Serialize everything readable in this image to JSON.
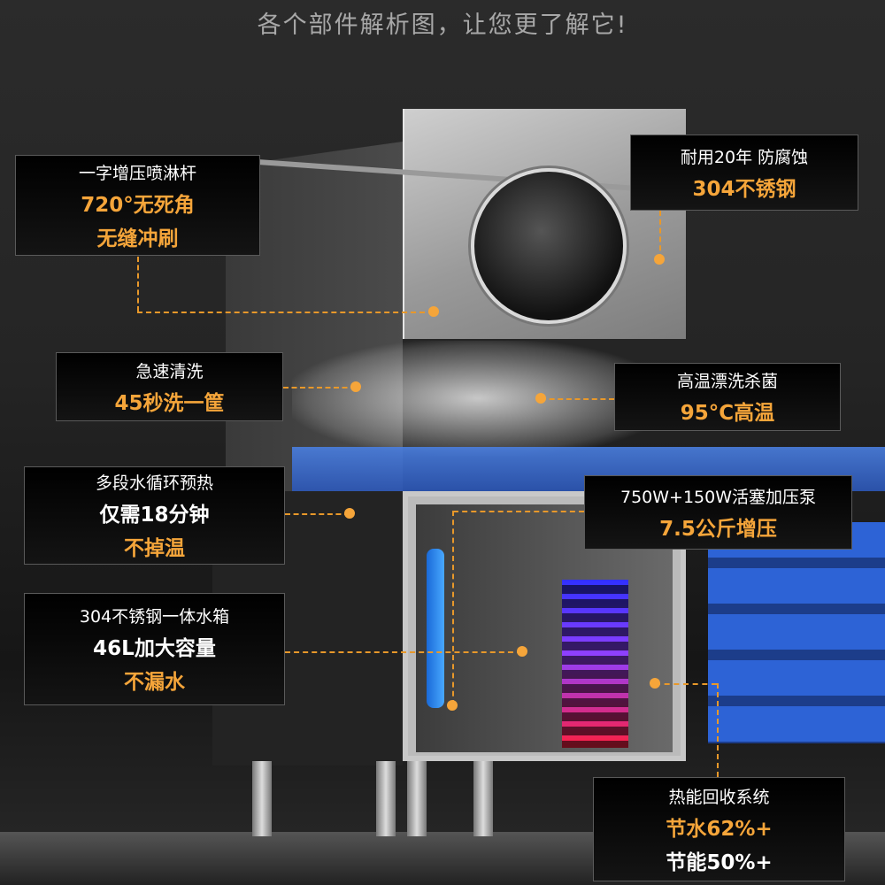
{
  "headline": "各个部件解析图，让您更了解它!",
  "callouts": [
    {
      "lines": [
        "一字增压喷淋杆",
        "720°无死角",
        "无缝冲刷"
      ]
    },
    {
      "lines": [
        "耐用20年 防腐蚀",
        "304不锈钢"
      ]
    },
    {
      "lines": [
        "急速清洗",
        "45秒洗一筐"
      ]
    },
    {
      "lines": [
        "高温漂洗杀菌",
        "95°C高温"
      ]
    },
    {
      "lines": [
        "多段水循环预热",
        "仅需18分钟",
        "不掉温"
      ]
    },
    {
      "lines": [
        "750W+150W活塞加压泵",
        "7.5公斤增压"
      ]
    },
    {
      "lines": [
        "304不锈钢一体水箱",
        "46L加大容量",
        "不漏水"
      ]
    },
    {
      "lines": [
        "热能回收系统",
        "节水62%+",
        "节能50%+"
      ]
    }
  ],
  "colors": {
    "accent": "#f5a53a",
    "background": "#1e1e1e"
  }
}
